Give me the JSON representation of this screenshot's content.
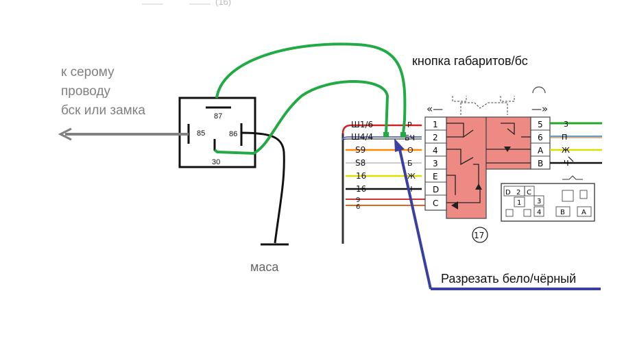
{
  "top_fragment": "(16)",
  "labels": {
    "grey_wire_lines": [
      "к серому",
      "проводу",
      "бск или замка"
    ],
    "button_label": "кнопка габаритов/бс",
    "ground_label": "маса",
    "cut_label": "Разрезать бело/чёрный"
  },
  "relay": {
    "pins": {
      "p87": "87",
      "p85": "85",
      "p86": "86",
      "p30": "30"
    }
  },
  "switch_block": {
    "number": "17",
    "left_pins": [
      "1",
      "2",
      "4",
      "3",
      "E",
      "D",
      "C"
    ],
    "right_pins": [
      "5",
      "6",
      "A",
      "B"
    ]
  },
  "wires_left": {
    "connectors": [
      "Ш1/6",
      "Ш4/4",
      "S9",
      "S8",
      "16",
      "16",
      "9",
      "6"
    ],
    "colors": [
      "Р",
      "БЧ",
      "О",
      "Б",
      "Ж",
      "Ч"
    ]
  },
  "wires_right": {
    "numbers": [
      "3",
      "П",
      "Ж",
      "Ч"
    ]
  },
  "mini_connector": {
    "top": [
      "D",
      "2",
      "C"
    ],
    "mid": [
      "1",
      "3"
    ],
    "bottom": [
      "4",
      "B",
      "A"
    ]
  },
  "colors": {
    "green_wire": "#22aa44",
    "blue_wire": "#3b3fa0",
    "grey_arrow": "#808080",
    "switch_fill": "#ee8a84"
  }
}
